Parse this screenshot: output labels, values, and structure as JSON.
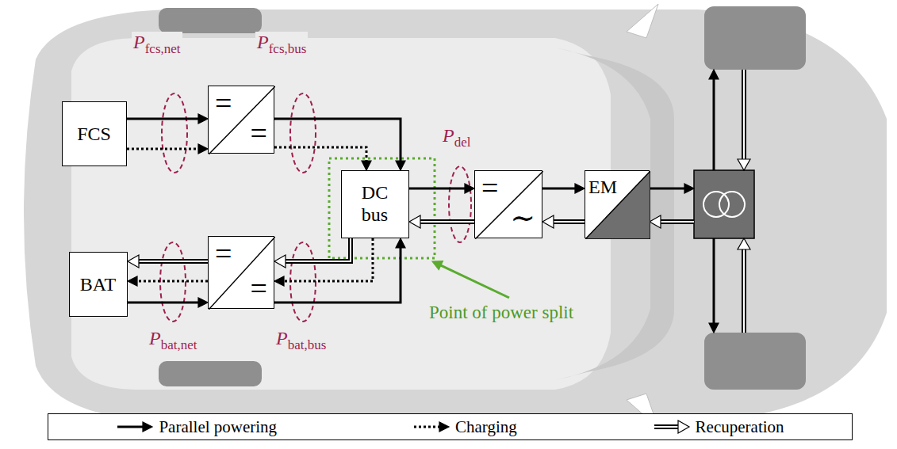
{
  "diagram": {
    "nodes": [
      {
        "text": [
          "FCS"
        ]
      },
      {
        "text": [
          "=",
          "="
        ]
      },
      {
        "text": [
          "DC bus"
        ]
      },
      {
        "text": [
          "BAT"
        ]
      },
      {
        "text": [
          "=",
          "="
        ]
      },
      {
        "text": [
          "=",
          "∼"
        ]
      },
      {
        "text": [
          "EM"
        ]
      }
    ],
    "edges": [
      {
        "from": 0,
        "to": 1,
        "arrow": "to"
      },
      {
        "from": 0,
        "to": 1,
        "arrow": "to"
      },
      {
        "from": 1,
        "to": 2,
        "arrow": "to"
      },
      {
        "from": 1,
        "to": 2,
        "arrow": "to"
      },
      {
        "from": 2,
        "to": 4,
        "arrow": "to"
      },
      {
        "from": 2,
        "to": 4,
        "arrow": "to"
      },
      {
        "from": 4,
        "to": 3,
        "arrow": "to"
      },
      {
        "from": 4,
        "to": 3,
        "arrow": "to"
      },
      {
        "from": 3,
        "to": 4,
        "arrow": "to"
      },
      {
        "from": 4,
        "to": 2,
        "arrow": "to"
      },
      {
        "from": 2,
        "to": 5,
        "arrow": "to"
      },
      {
        "from": 5,
        "to": 2,
        "arrow": "to"
      },
      {
        "from": 5,
        "to": 6,
        "arrow": "to"
      },
      {
        "from": 6,
        "to": 5,
        "arrow": "to"
      }
    ],
    "labels": [
      "P",
      "fcs,net",
      "P",
      "fcs,bus",
      "P",
      "del",
      "P",
      "bat,net",
      "P",
      "bat,bus",
      "Point of power split"
    ],
    "legend": [
      {
        "text": "Parallel powering"
      },
      {
        "text": "Charging"
      },
      {
        "text": "Recuperation"
      }
    ]
  }
}
